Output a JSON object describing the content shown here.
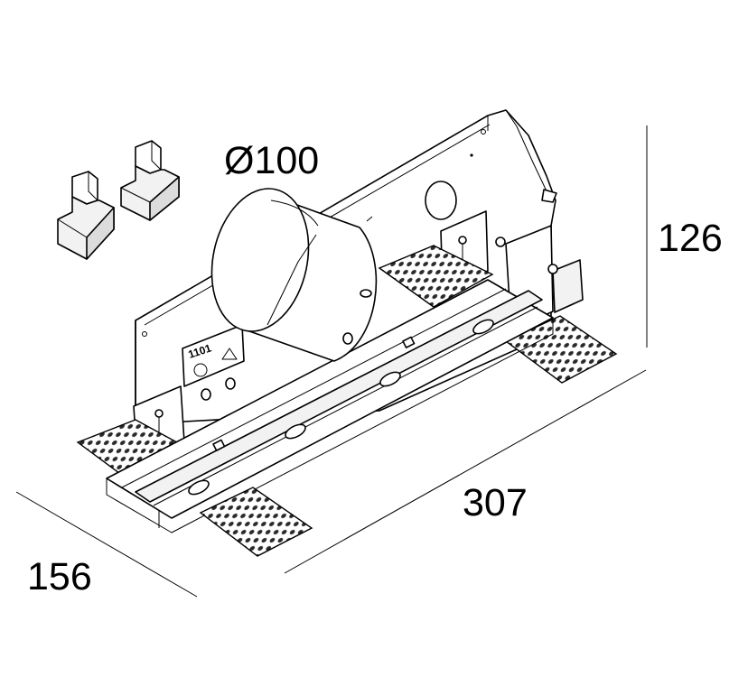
{
  "dimensions": {
    "diameter": "Ø100",
    "height": "126",
    "length": "307",
    "depth": "156"
  },
  "label_fragment": "1101"
}
